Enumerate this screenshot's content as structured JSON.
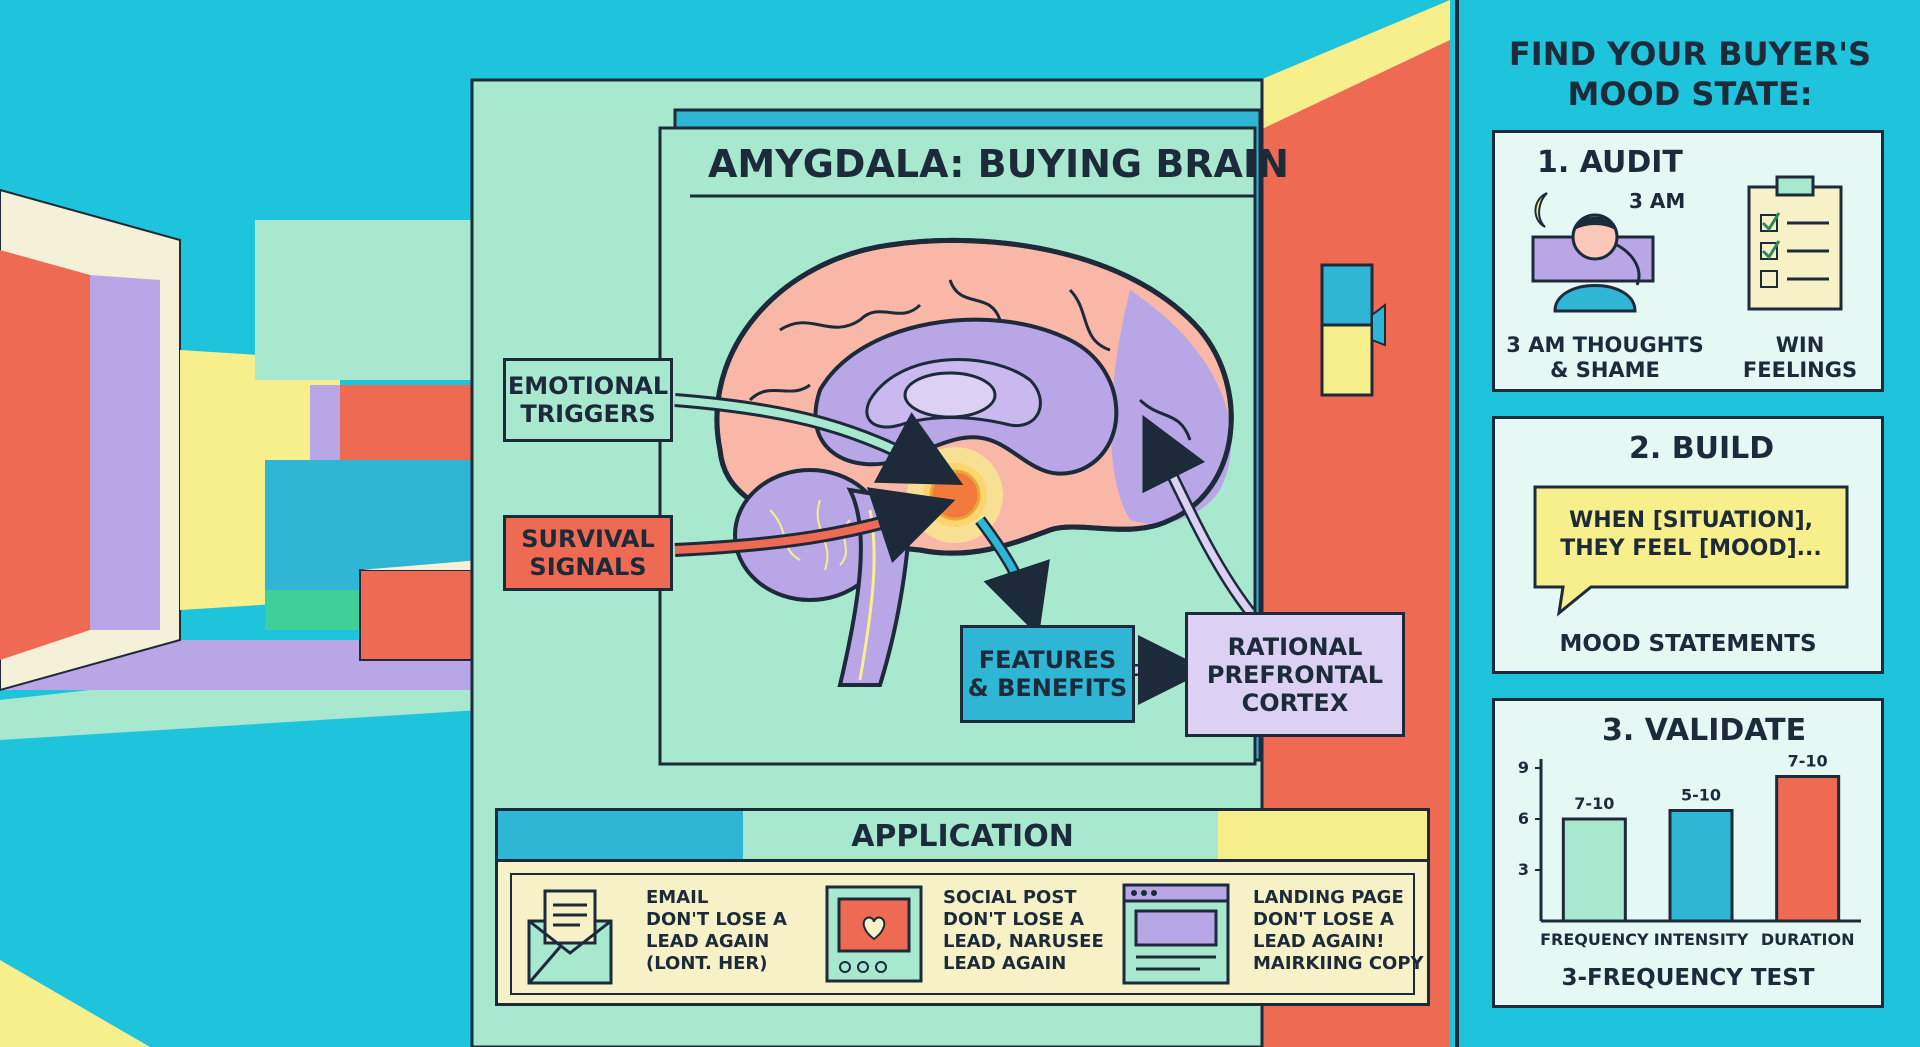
{
  "diagram": {
    "title": "AMYGDALA: BUYING BRAIN",
    "labels": {
      "emotional": "EMOTIONAL\nTRIGGERS",
      "survival": "SURVIVAL\nSIGNALS",
      "features": "FEATURES\n& BENEFITS",
      "rational": "RATIONAL\nPREFRONTAL\nCORTEX"
    }
  },
  "application": {
    "heading": "APPLICATION",
    "items": [
      {
        "icon": "envelope-icon",
        "title": "EMAIL",
        "text": "DON'T LOSE A\nLEAD AGAIN\n(LONT. HER)"
      },
      {
        "icon": "social-post-icon",
        "title": "SOCIAL POST",
        "text": "DON'T LOSE A\nLEAD, NARUSEE\nLEAD AGAIN"
      },
      {
        "icon": "landing-page-icon",
        "title": "LANDING PAGE",
        "text": "DON'T LOSE A\nLEAD AGAIN!\nMAIRKIING COPY"
      }
    ]
  },
  "sidebar": {
    "heading": "FIND YOUR BUYER'S\nMOOD STATE:",
    "audit": {
      "title": "1. AUDIT",
      "time": "3 AM",
      "left_caption": "3 AM THOUGHTS\n& SHAME",
      "right_caption": "WIN\nFEELINGS"
    },
    "build": {
      "title": "2. BUILD",
      "bubble": "WHEN [SITUATION],\nTHEY FEEL [MOOD]...",
      "caption": "MOOD STATEMENTS"
    },
    "validate": {
      "title": "3. VALIDATE",
      "caption": "3-FREQUENCY TEST"
    }
  },
  "chart_data": {
    "type": "bar",
    "categories": [
      "FREQUENCY",
      "INTENSITY",
      "DURATION"
    ],
    "values": [
      6,
      6.5,
      8.5
    ],
    "data_labels": [
      "7-10",
      "5-10",
      "7-10"
    ],
    "y_ticks": [
      3,
      6,
      9
    ],
    "ylim": [
      0,
      10
    ],
    "colors": [
      "#a8e8cf",
      "#2fb6d4",
      "#ee6a52"
    ]
  },
  "colors": {
    "cyan": "#1ec3dc",
    "mint": "#a8e8cf",
    "coral": "#ee6a52",
    "lavender": "#b9a6e6",
    "yellow": "#f6ef8c",
    "ink": "#1c2a3a"
  }
}
